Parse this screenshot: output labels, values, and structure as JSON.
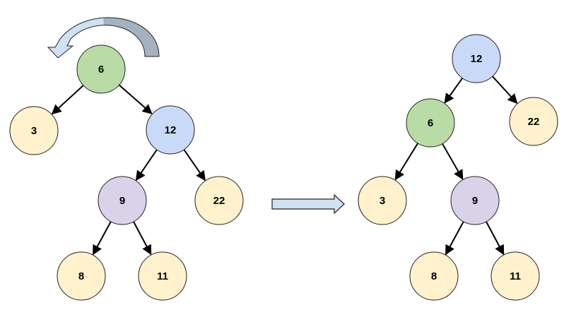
{
  "colors": {
    "green": "#b9dca6",
    "blue": "#c9daf8",
    "yellow": "#fff2cc",
    "purple": "#d9d2e9",
    "arrow_light": "#cfe2f3",
    "arrow_dark": "#a4b2c0"
  },
  "before": {
    "nodes": [
      {
        "id": "b6",
        "label": "6",
        "color": "green"
      },
      {
        "id": "b3",
        "label": "3",
        "color": "yellow"
      },
      {
        "id": "b12",
        "label": "12",
        "color": "blue"
      },
      {
        "id": "b9",
        "label": "9",
        "color": "purple"
      },
      {
        "id": "b22",
        "label": "22",
        "color": "yellow"
      },
      {
        "id": "b8",
        "label": "8",
        "color": "yellow"
      },
      {
        "id": "b11",
        "label": "11",
        "color": "yellow"
      }
    ],
    "edges": [
      [
        "b6",
        "b3"
      ],
      [
        "b6",
        "b12"
      ],
      [
        "b12",
        "b9"
      ],
      [
        "b12",
        "b22"
      ],
      [
        "b9",
        "b8"
      ],
      [
        "b9",
        "b11"
      ]
    ]
  },
  "after": {
    "nodes": [
      {
        "id": "a12",
        "label": "12",
        "color": "blue"
      },
      {
        "id": "a6",
        "label": "6",
        "color": "green"
      },
      {
        "id": "a22",
        "label": "22",
        "color": "yellow"
      },
      {
        "id": "a3",
        "label": "3",
        "color": "yellow"
      },
      {
        "id": "a9",
        "label": "9",
        "color": "purple"
      },
      {
        "id": "a8",
        "label": "8",
        "color": "yellow"
      },
      {
        "id": "a11",
        "label": "11",
        "color": "yellow"
      }
    ],
    "edges": [
      [
        "a12",
        "a6"
      ],
      [
        "a12",
        "a22"
      ],
      [
        "a6",
        "a3"
      ],
      [
        "a6",
        "a9"
      ],
      [
        "a9",
        "a8"
      ],
      [
        "a9",
        "a11"
      ]
    ]
  }
}
